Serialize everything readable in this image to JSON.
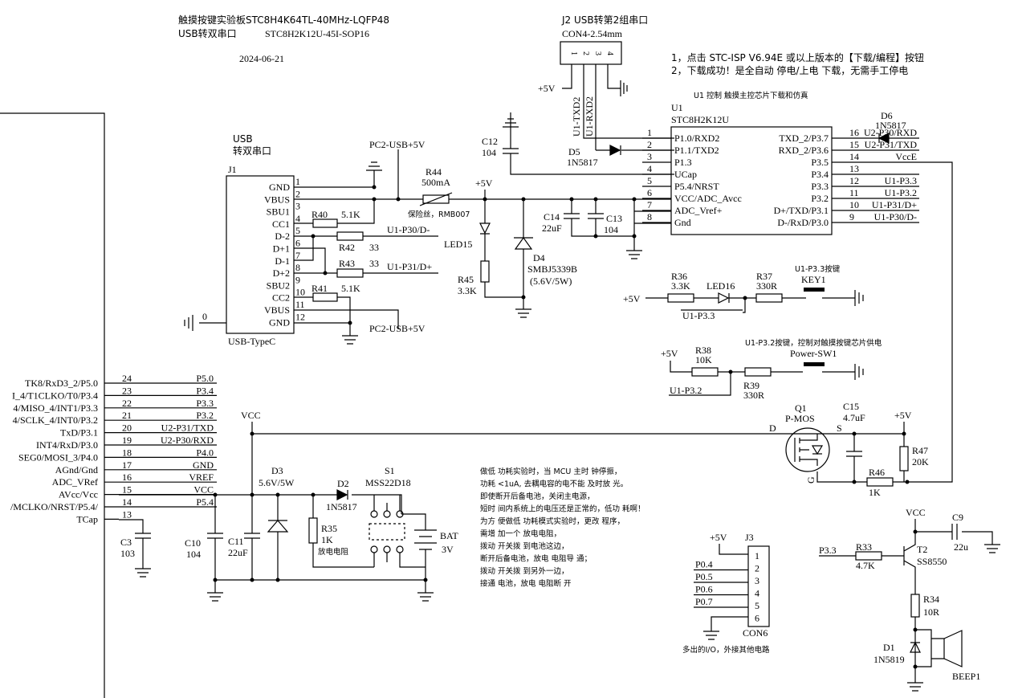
{
  "header": {
    "line1": "触摸按键实验板STC8H4K64TL-40MHz-LQFP48",
    "line2a": "USB转双串口",
    "line2b": "STC8H2K12U-45I-SOP16",
    "date": "2024-06-21"
  },
  "notes_top": [
    "1，点击  STC-ISP V6.94E   或以上版本的【下载/编程】按钮",
    "2，下载成功！是全自动 停电/上电 下载，无需手工停电"
  ],
  "u1_caption": "U1 控制 触摸主控芯片下载和仿真",
  "j2": {
    "title": "J2 USB转第2组串口",
    "part": "CON4-2.54mm",
    "pins": [
      "1",
      "2",
      "3",
      "4"
    ],
    "net_txd": "U1-TXD2",
    "net_rxd": "U1-RXD2"
  },
  "u1": {
    "ref": "U1",
    "part": "STC8H2K12U",
    "left_pins": [
      {
        "num": "1",
        "name": "P1.0/RXD2"
      },
      {
        "num": "2",
        "name": "P1.1/TXD2"
      },
      {
        "num": "3",
        "name": "P1.3"
      },
      {
        "num": "4",
        "name": "UCap"
      },
      {
        "num": "5",
        "name": "P5.4/NRST"
      },
      {
        "num": "6",
        "name": "VCC/ADC_Avcc"
      },
      {
        "num": "7",
        "name": "ADC_Vref+"
      },
      {
        "num": "8",
        "name": "Gnd"
      }
    ],
    "right_pins": [
      {
        "num": "16",
        "name": "TXD_2/P3.7",
        "net": "U2-P30/RXD"
      },
      {
        "num": "15",
        "name": "RXD_2/P3.6",
        "net": "U2-P31/TXD"
      },
      {
        "num": "14",
        "name": "P3.5",
        "net": "VccE"
      },
      {
        "num": "13",
        "name": "P3.4",
        "net": ""
      },
      {
        "num": "12",
        "name": "P3.3",
        "net": "U1-P3.3"
      },
      {
        "num": "11",
        "name": "P3.2",
        "net": "U1-P3.2"
      },
      {
        "num": "10",
        "name": "D+/TXD/P3.1",
        "net": "U1-P31/D+"
      },
      {
        "num": "9",
        "name": "D-/RxD/P3.0",
        "net": "U1-P30/D-"
      }
    ]
  },
  "usb": {
    "label1": "USB",
    "label2": "转双串口",
    "ref": "J1",
    "part": "USB-TypeC",
    "pins": [
      {
        "num": "1",
        "name": "GND"
      },
      {
        "num": "2",
        "name": "VBUS"
      },
      {
        "num": "3",
        "name": "SBU1"
      },
      {
        "num": "4",
        "name": "CC1"
      },
      {
        "num": "5",
        "name": "D-2"
      },
      {
        "num": "6",
        "name": "D+1"
      },
      {
        "num": "7",
        "name": "D-1"
      },
      {
        "num": "8",
        "name": "D+2"
      },
      {
        "num": "9",
        "name": "SBU2"
      },
      {
        "num": "10",
        "name": "CC2"
      },
      {
        "num": "11",
        "name": "VBUS"
      },
      {
        "num": "12",
        "name": "GND"
      }
    ],
    "shield": "0"
  },
  "parts": {
    "pc2_top": "PC2-USB+5V",
    "pc2_bot": "PC2-USB+5V",
    "r44": "R44",
    "r44v": "500mA",
    "fuse": "保险丝，RMB007",
    "r40": "R40",
    "r40v": "5.1K",
    "r41": "R41",
    "r41v": "5.1K",
    "r42": "R42",
    "r42v": "33",
    "r43": "R43",
    "r43v": "33",
    "net_d_minus": "U1-P30/D-",
    "net_d_plus": "U1-P31/D+",
    "p5v": "+5V",
    "led15": "LED15",
    "r45": "R45",
    "r45v": "3.3K",
    "d4": "D4",
    "d4v": "SMBJ5339B",
    "d4v2": "(5.6V/5W)",
    "c12": "C12",
    "c12v": "104",
    "c14": "C14",
    "c14v": "22uF",
    "c13": "C13",
    "c13v": "104",
    "d5": "D5",
    "d5v": "1N5817",
    "d6": "D6",
    "d6v": "1N5817",
    "j2_p5v": "+5V",
    "key1_note": "U1-P3.3按键",
    "r36": "R36",
    "r36v": "3.3K",
    "led16": "LED16",
    "r37": "R37",
    "r37v": "330R",
    "key1": "KEY1",
    "key1_net": "U1-P3.3",
    "pw_note": "U1-P3.2按键，控制对触摸按键芯片供电",
    "r38": "R38",
    "r38v": "10K",
    "r39": "R39",
    "r39v": "330R",
    "pwsw": "Power-SW1",
    "pw_net": "U1-P3.2",
    "q1": "Q1",
    "q1v": "P-MOS",
    "d_lbl": "D",
    "s_lbl": "S",
    "g_lbl": "G",
    "c15": "C15",
    "c15v": "4.7uF",
    "r47": "R47",
    "r47v": "20K",
    "r46": "R46",
    "r46v": "1K",
    "vcc": "VCC",
    "d3": "D3",
    "d3v": "5.6V/5W",
    "d2": "D2",
    "d2v": "1N5817",
    "s1": "S1",
    "s1v": "MSS22D18",
    "c10": "C10",
    "c10v": "104",
    "c11": "C11",
    "c11v": "22uF",
    "r35": "R35",
    "r35v": "1K",
    "r35n": "放电电阻",
    "bat": "BAT",
    "batv": "3V",
    "c3": "C3",
    "c3v": "103",
    "j3": "J3",
    "j3v": "CON6",
    "j3_note": "多出的I/O，外接其他电路",
    "j3_nets": [
      "+5V",
      "P0.4",
      "P0.5",
      "P0.6",
      "P0.7",
      ""
    ],
    "j3_pins": [
      "1",
      "2",
      "3",
      "4",
      "5",
      "6"
    ],
    "t2": "T2",
    "t2v": "SS8550",
    "r33": "R33",
    "r33v": "4.7K",
    "p33": "P3.3",
    "c9": "C9",
    "c9v": "22u",
    "r34": "R34",
    "r34v": "10R",
    "d1": "D1",
    "d1v": "1N5819",
    "beep": "BEEP1"
  },
  "mcu_pins": [
    {
      "name": "TK8/RxD3_2/P5.0",
      "num": "24",
      "net": "P5.0"
    },
    {
      "name": "I_4/T1CLKO/T0/P3.4",
      "num": "23",
      "net": "P3.4"
    },
    {
      "name": "4/MISO_4/INT1/P3.3",
      "num": "22",
      "net": "P3.3"
    },
    {
      "name": "4/SCLK_4/INT0/P3.2",
      "num": "21",
      "net": "P3.2"
    },
    {
      "name": "TxD/P3.1",
      "num": "20",
      "net": "U2-P31/TXD"
    },
    {
      "name": "INT4/RxD/P3.0",
      "num": "19",
      "net": "U2-P30/RXD"
    },
    {
      "name": "SEG0/MOSI_3/P4.0",
      "num": "18",
      "net": "P4.0"
    },
    {
      "name": "AGnd/Gnd",
      "num": "17",
      "net": "GND"
    },
    {
      "name": "ADC_VRef",
      "num": "16",
      "net": "VREF"
    },
    {
      "name": "AVcc/Vcc",
      "num": "15",
      "net": "VCC"
    },
    {
      "name": "/MCLKO/NRST/P5.4/",
      "num": "14",
      "net": "P5.4"
    },
    {
      "name": "TCap",
      "num": "13",
      "net": ""
    }
  ],
  "notes_mid": [
    "做低 功耗实验时，当 MCU 主时 钟停振，",
    "功耗 <1uA, 去耦电容的电不能 及时放 光。",
    "即使断开后备电池，关闭主电源，",
    "短时 间内系统上的电压还是正常的，低功 耗啊！",
    "为方 便做低 功耗模式实验时，更改 程序，",
    "需增 加一个 放电电阻，",
    "拨动 开关拨 到电池这边，",
    "    断开后备电池，放电 电阻导 通；",
    "拨动 开关拨 到另外一边，",
    "      接通 电池，放电 电阻断 开"
  ]
}
